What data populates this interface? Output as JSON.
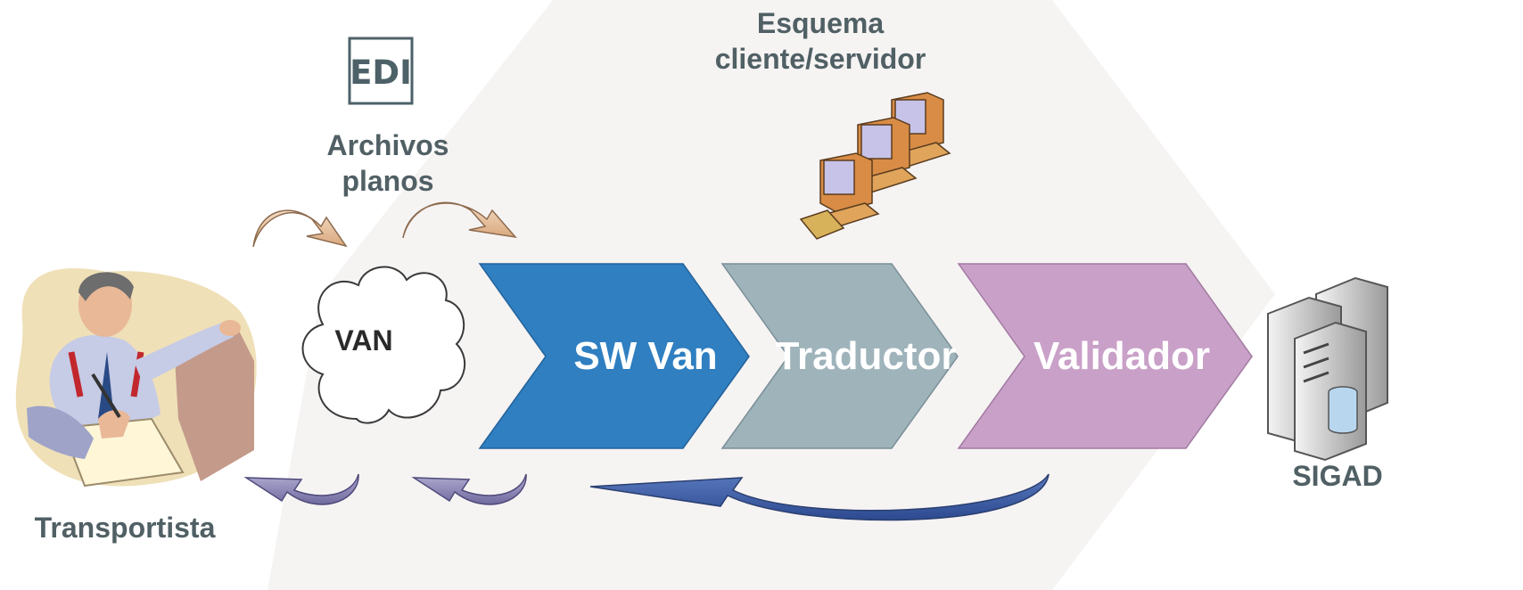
{
  "edi_icon": {
    "text": "EDI"
  },
  "labels": {
    "archivos": "Archivos planos",
    "esquema": "Esquema cliente/servidor",
    "van": "VAN",
    "sw_van": "SW Van",
    "traductor": "Traductor",
    "validador": "Validador",
    "sigad": "SIGAD",
    "transportista": "Transportista"
  },
  "icons": [
    "transportista-person-icon",
    "edi-document-icon",
    "client-server-computers-icon",
    "server-database-icon",
    "van-cloud-icon"
  ],
  "colors": {
    "sw_van": "#2f7fc1",
    "traductor": "#9fb3bb",
    "validador": "#c9a0c8",
    "forward_arrows": "#e7c4a2",
    "return_arrows": "#8a86b5",
    "big_return_arrow": "#3f5ea7",
    "label_text": "#506064"
  }
}
